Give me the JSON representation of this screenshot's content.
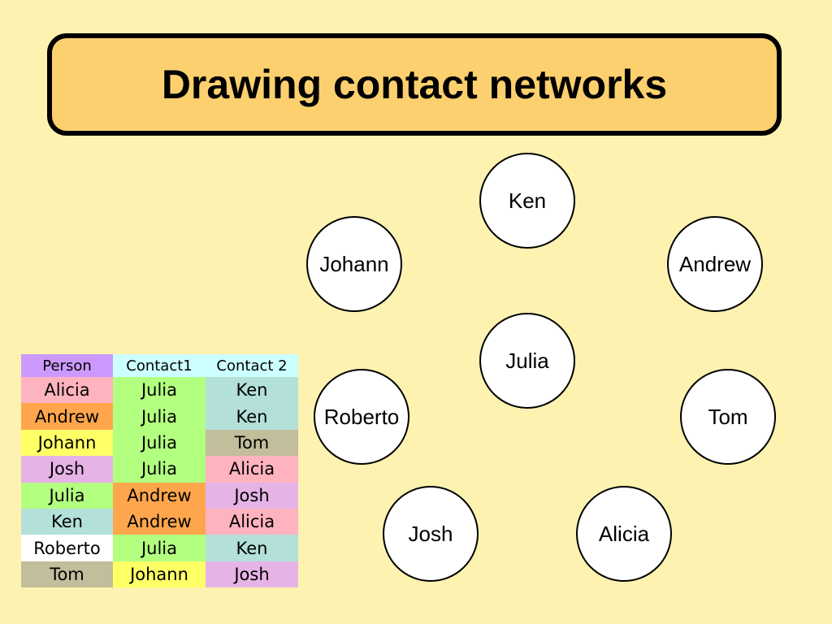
{
  "title": "Drawing contact networks",
  "colors": {
    "background": "#fdf2b0",
    "title_fill": "#fcd06e",
    "purple": "#cc99ff",
    "cyan": "#ccffff",
    "pink": "#ffb3bf",
    "orange": "#ffa64d",
    "yellow": "#ffff66",
    "mauve": "#e6b3e6",
    "green": "#b3ff80",
    "teal": "#b3e0d9",
    "white": "#ffffff",
    "tan": "#c2bd9a"
  },
  "network": {
    "nodes": [
      {
        "id": "ken",
        "label": "Ken"
      },
      {
        "id": "johann",
        "label": "Johann"
      },
      {
        "id": "andrew",
        "label": "Andrew"
      },
      {
        "id": "julia",
        "label": "Julia"
      },
      {
        "id": "roberto",
        "label": "Roberto"
      },
      {
        "id": "tom",
        "label": "Tom"
      },
      {
        "id": "josh",
        "label": "Josh"
      },
      {
        "id": "alicia",
        "label": "Alicia"
      }
    ]
  },
  "table": {
    "headers": [
      {
        "text": "Person",
        "color": "#cc99ff"
      },
      {
        "text": "Contact1",
        "color": "#ccffff"
      },
      {
        "text": "Contact 2",
        "color": "#ccffff"
      }
    ],
    "rows": [
      [
        {
          "text": "Alicia",
          "color": "#ffb3bf"
        },
        {
          "text": "Julia",
          "color": "#b3ff80"
        },
        {
          "text": "Ken",
          "color": "#b3e0d9"
        }
      ],
      [
        {
          "text": "Andrew",
          "color": "#ffa64d"
        },
        {
          "text": "Julia",
          "color": "#b3ff80"
        },
        {
          "text": "Ken",
          "color": "#b3e0d9"
        }
      ],
      [
        {
          "text": "Johann",
          "color": "#ffff66"
        },
        {
          "text": "Julia",
          "color": "#b3ff80"
        },
        {
          "text": "Tom",
          "color": "#c2bd9a"
        }
      ],
      [
        {
          "text": "Josh",
          "color": "#e6b3e6"
        },
        {
          "text": "Julia",
          "color": "#b3ff80"
        },
        {
          "text": "Alicia",
          "color": "#ffb3bf"
        }
      ],
      [
        {
          "text": "Julia",
          "color": "#b3ff80"
        },
        {
          "text": "Andrew",
          "color": "#ffa64d"
        },
        {
          "text": "Josh",
          "color": "#e6b3e6"
        }
      ],
      [
        {
          "text": "Ken",
          "color": "#b3e0d9"
        },
        {
          "text": "Andrew",
          "color": "#ffa64d"
        },
        {
          "text": "Alicia",
          "color": "#ffb3bf"
        }
      ],
      [
        {
          "text": "Roberto",
          "color": "#ffffff"
        },
        {
          "text": "Julia",
          "color": "#b3ff80"
        },
        {
          "text": "Ken",
          "color": "#b3e0d9"
        }
      ],
      [
        {
          "text": "Tom",
          "color": "#c2bd9a"
        },
        {
          "text": "Johann",
          "color": "#ffff66"
        },
        {
          "text": "Josh",
          "color": "#e6b3e6"
        }
      ]
    ]
  }
}
